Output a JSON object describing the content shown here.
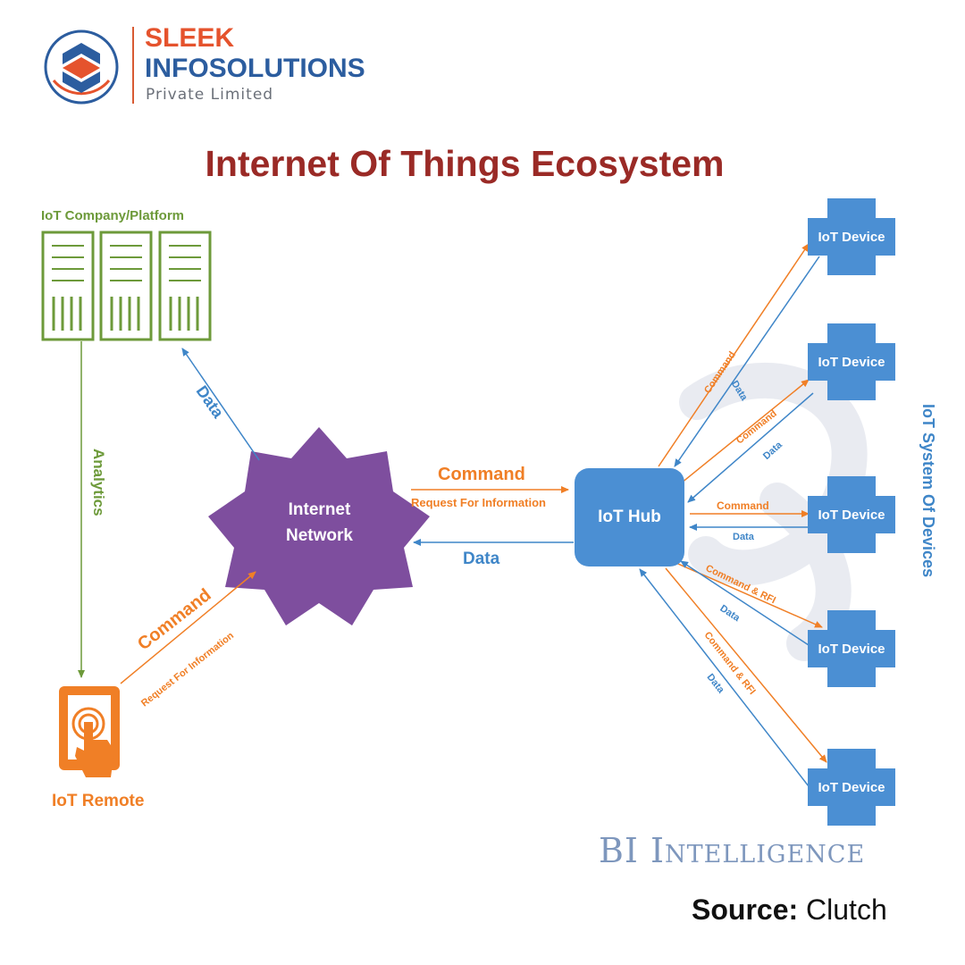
{
  "brand": {
    "name_line1": "SLEEK",
    "name_line2": "INFOSOLUTIONS",
    "subtitle": "Private Limited"
  },
  "diagram": {
    "title": "Internet Of Things Ecosystem",
    "platform_label": "IoT Company/Platform",
    "analytics_label": "Analytics",
    "remote_label": "IoT Remote",
    "network_label_line1": "Internet",
    "network_label_line2": "Network",
    "hub_label": "IoT Hub",
    "device_label": "IoT Device",
    "system_label": "IoT System Of Devices",
    "edges": {
      "platform_data": "Data",
      "remote_command": "Command",
      "remote_request": "Request For Information",
      "network_command": "Command",
      "network_request": "Request For Information",
      "hub_data": "Data",
      "dev1_command": "Command",
      "dev1_data": "Data",
      "dev2_command": "Command",
      "dev2_data": "Data",
      "dev3_command": "Command",
      "dev3_data": "Data",
      "dev4_command": "Command & RFI",
      "dev4_data": "Data",
      "dev5_command": "Command & RFI",
      "dev5_data": "Data"
    },
    "colors": {
      "green": "#6d9a3a",
      "orange": "#f07f26",
      "blue": "#3f86c8",
      "purple": "#7e4e9e",
      "title_red": "#9a2a26"
    }
  },
  "credits": {
    "watermark": "BI Intelligence",
    "source_label": "Source:",
    "source_value": "Clutch"
  }
}
